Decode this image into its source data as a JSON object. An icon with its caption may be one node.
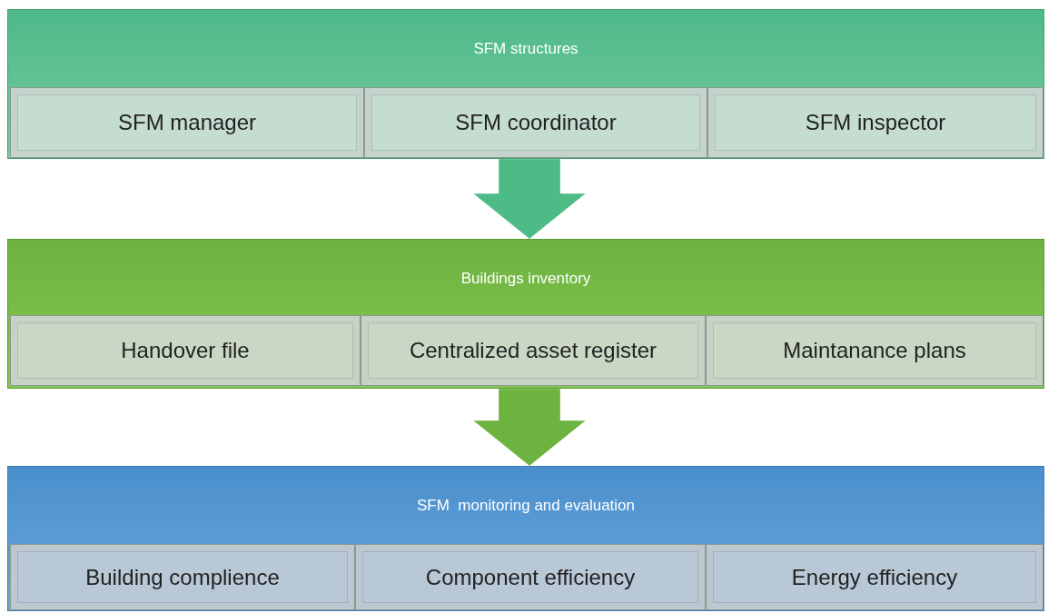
{
  "diagram": {
    "nodes": [
      {
        "text": [
          "SFM structures"
        ]
      },
      {
        "text": [
          "SFM manager"
        ],
        "in": 0
      },
      {
        "text": [
          "SFM coordinator"
        ],
        "in": 0
      },
      {
        "text": [
          "SFM inspector"
        ],
        "in": 0
      },
      {
        "text": [
          "Buildings inventory"
        ]
      },
      {
        "text": [
          "Handover file"
        ],
        "in": 4
      },
      {
        "text": [
          "Centralized asset register"
        ],
        "in": 4
      },
      {
        "text": [
          "Maintanance plans"
        ],
        "in": 4
      },
      {
        "text": [
          "SFM  monitoring and evaluation"
        ]
      },
      {
        "text": [
          "Building complience"
        ],
        "in": 8
      },
      {
        "text": [
          "Component efficiency"
        ],
        "in": 8
      },
      {
        "text": [
          "Energy efficiency"
        ],
        "in": 8
      }
    ],
    "edges": [
      {
        "from": 0,
        "to": 4,
        "arrow": "to",
        "style": "thick",
        "color": "#4dbb86"
      },
      {
        "from": 4,
        "to": 8,
        "arrow": "to",
        "style": "thick",
        "color": "#6db33f"
      }
    ]
  }
}
